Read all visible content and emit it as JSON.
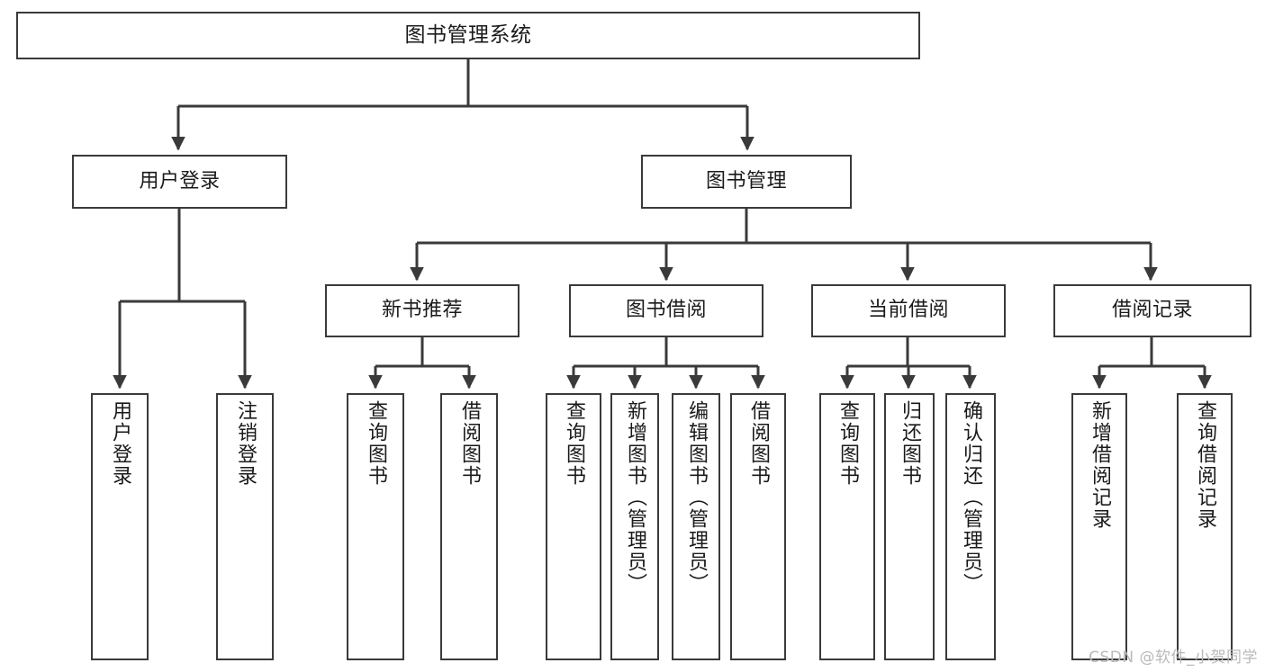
{
  "diagram": {
    "title": "图书管理系统",
    "watermark": "CSDN @软件_小贺同学",
    "line_color": "#3a3a3a",
    "box_fill": "#ffffff",
    "text_color": "#1a1a1a",
    "watermark_color": "#b9b9b9",
    "nodes": {
      "root": {
        "label": "图书管理系统"
      },
      "level1": [
        {
          "label": "用户登录"
        },
        {
          "label": "图书管理"
        }
      ],
      "level2": [
        {
          "label": "新书推荐"
        },
        {
          "label": "图书借阅"
        },
        {
          "label": "当前借阅"
        },
        {
          "label": "借阅记录"
        }
      ],
      "leaves": {
        "user_login": [
          {
            "label": "用户登录"
          },
          {
            "label": "注销登录"
          }
        ],
        "new_book": [
          {
            "label": "查询图书"
          },
          {
            "label": "借阅图书"
          }
        ],
        "book_borrow": [
          {
            "label": "查询图书"
          },
          {
            "label": "新增图书（管理员）"
          },
          {
            "label": "编辑图书（管理员）"
          },
          {
            "label": "借阅图书"
          }
        ],
        "current_borrow": [
          {
            "label": "查询图书"
          },
          {
            "label": "归还图书"
          },
          {
            "label": "确认归还（管理员）"
          }
        ],
        "borrow_record": [
          {
            "label": "新增借阅记录"
          },
          {
            "label": "查询借阅记录"
          }
        ]
      }
    }
  }
}
